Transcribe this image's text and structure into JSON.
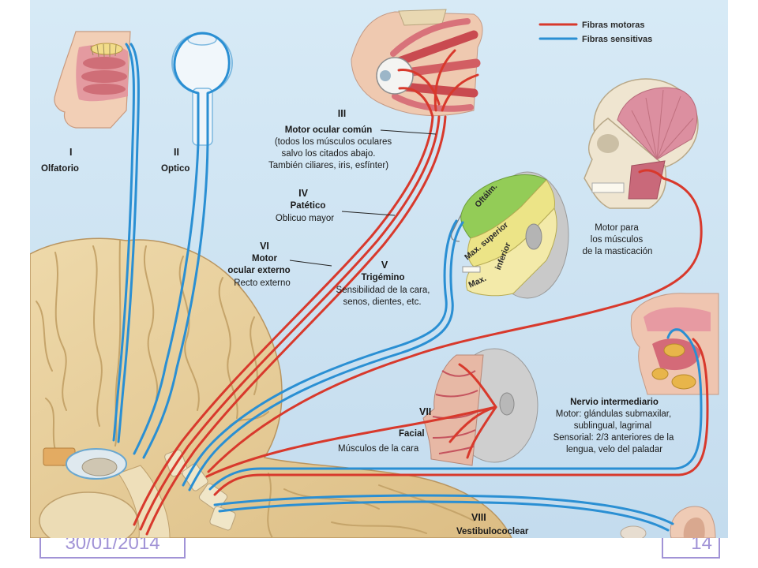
{
  "slide": {
    "date": "30/01/2014",
    "page_number": "14"
  },
  "legend": {
    "motor": {
      "label": "Fibras motoras",
      "color": "#d8392c"
    },
    "sensory": {
      "label": "Fibras sensitivas",
      "color": "#2a8fd3"
    }
  },
  "nerves": {
    "olfactory": {
      "numeral": "I",
      "name": "Olfatorio"
    },
    "optic": {
      "numeral": "II",
      "name": "Optico"
    },
    "oculomotor": {
      "numeral": "III",
      "name": "Motor ocular común",
      "desc": [
        "(todos los músculos oculares",
        "salvo los citados abajo.",
        "También ciliares, iris, esfínter)"
      ]
    },
    "trochlear": {
      "numeral": "IV",
      "name": "Patético",
      "desc": [
        "Oblicuo mayor"
      ]
    },
    "abducens": {
      "numeral": "VI",
      "name": [
        "Motor",
        "ocular externo"
      ],
      "desc": [
        "Recto externo"
      ]
    },
    "trigeminal": {
      "numeral": "V",
      "name": "Trigémino",
      "desc": [
        "Sensibilidad de la cara,",
        "senos, dientes, etc."
      ],
      "zones": [
        "Oftálm.",
        "Max. superior",
        "inferior",
        "Max."
      ],
      "motor": [
        "Motor para",
        "los músculos",
        "de la masticación"
      ]
    },
    "facial": {
      "numeral": "VII",
      "name": "Facial",
      "desc": [
        "Músculos de la cara"
      ]
    },
    "intermediate": {
      "name": "Nervio intermediario",
      "desc": [
        "Motor: glándulas submaxilar,",
        "sublingual, lagrimal",
        "Sensorial: 2/3 anteriores de la",
        "lengua, velo del paladar"
      ]
    },
    "vestibulocochlear": {
      "numeral": "VIII",
      "name": "Vestibulococlear"
    }
  }
}
